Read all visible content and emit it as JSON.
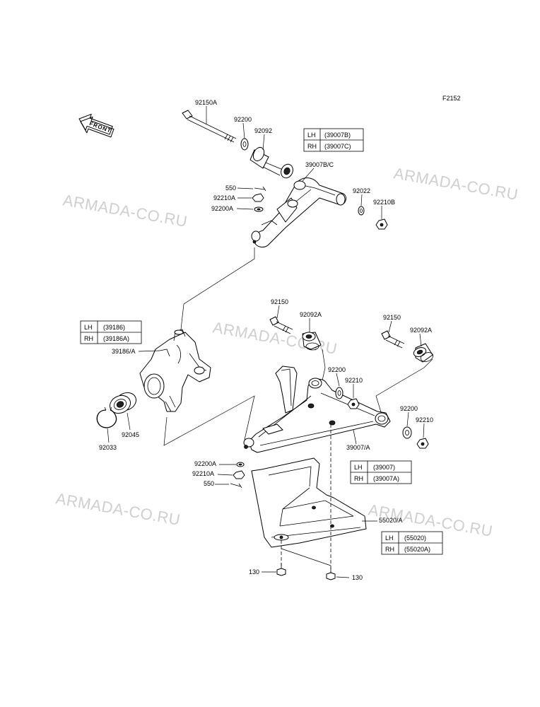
{
  "figure_code": "F2152",
  "front_arrow": "FRONT",
  "watermark": "ARMADA-CO.RU",
  "labels": {
    "p92150A": "92150A",
    "p92200_top": "92200",
    "p92092": "92092",
    "p39007BC": "39007B/C",
    "p550_top": "550",
    "p92210A_top": "92210A",
    "p92200A_top": "92200A",
    "p92022": "92022",
    "p92210B": "92210B",
    "p92150_left": "92150",
    "p92092A_left": "92092A",
    "p92150_right": "92150",
    "p92092A_right": "92092A",
    "p39186A": "39186/A",
    "p92200_mid": "92200",
    "p92210_mid": "92210",
    "p92200_low": "92200",
    "p92210_low": "92210",
    "p92045": "92045",
    "p92033": "92033",
    "p39007A": "39007/A",
    "p92200A_bottom": "92200A",
    "p92210A_bottom": "92210A",
    "p550_bottom": "550",
    "p55020A": "55020/A",
    "p130_left": "130",
    "p130_right": "130"
  },
  "tables": {
    "upper_arm": [
      {
        "side": "LH",
        "part": "(39007B)"
      },
      {
        "side": "RH",
        "part": "(39007C)"
      }
    ],
    "knuckle": [
      {
        "side": "LH",
        "part": "(39186)"
      },
      {
        "side": "RH",
        "part": "(39186A)"
      }
    ],
    "lower_arm": [
      {
        "side": "LH",
        "part": "(39007)"
      },
      {
        "side": "RH",
        "part": "(39007A)"
      }
    ],
    "guard": [
      {
        "side": "LH",
        "part": "(55020)"
      },
      {
        "side": "RH",
        "part": "(55020A)"
      }
    ]
  }
}
